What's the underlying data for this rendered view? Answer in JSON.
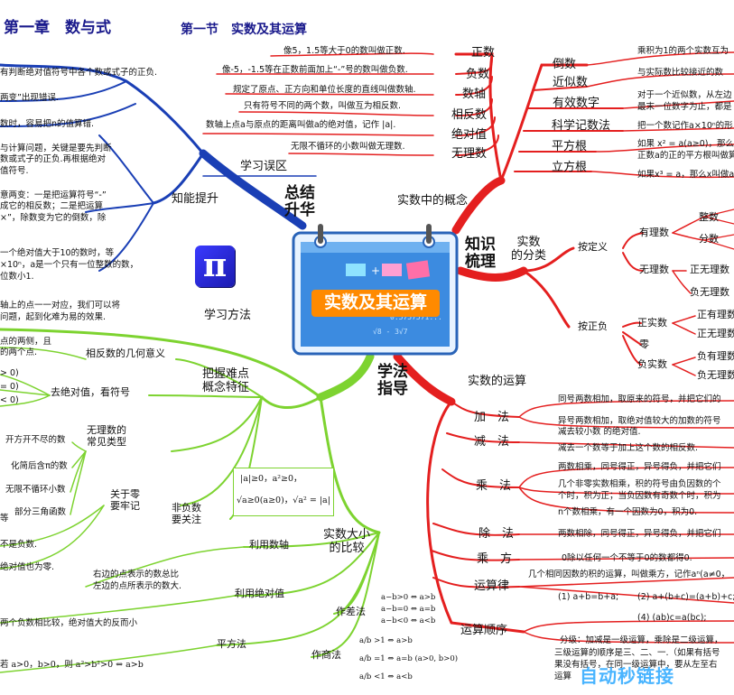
{
  "header": {
    "chapter": "第一章　数与式",
    "section": "第一节　实数及其运算"
  },
  "center": {
    "title": "实数及其运算"
  },
  "pi_symbol": "π",
  "watermark": "自动秒链接",
  "main_branches": {
    "summary": "总结\n升华",
    "concepts": "实数中的概念",
    "knowledge": "知识\n梳理",
    "methods": "学法\n指导",
    "operations": "实数的运算"
  },
  "concepts": {
    "items": [
      "正数",
      "负数",
      "数轴",
      "相反数",
      "绝对值",
      "无理数"
    ],
    "notes": [
      "像5，1.5等大于0的数叫做正数.",
      "像-5，-1.5等在正数前面加上“-”号的数叫做负数.",
      "规定了原点、正方向和单位长度的直线叫做数轴.",
      "只有符号不同的两个数，叫做互为相反数.",
      "数轴上点a与原点的距离叫做a的绝对值，记作 |a|.",
      "无限不循环的小数叫做无理数."
    ],
    "items2": [
      "倒数",
      "近似数",
      "有效数字",
      "科学记数法",
      "平方根",
      "立方根"
    ],
    "notes2": [
      "乘积为1的两个实数互为",
      "与实际数比较接近的数",
      "对于一个近似数，从左边",
      "最末一位数字为止，都是",
      "把一个数记作a×10ⁿ的形",
      "如果 x² = a(a≥0)，那么x叫",
      "正数a的正的平方根叫做算",
      "如果x³ = a，那么x叫做a"
    ]
  },
  "classification": {
    "label": "实数\n的分类",
    "by_definition": "按定义",
    "rational": "有理数",
    "irrational": "无理数",
    "integer": "整数",
    "fraction": "分数",
    "pos_irr": "正无理数",
    "neg_irr": "负无理数",
    "by_sign": "按正负",
    "pos_real": "正实数",
    "zero": "零",
    "neg_real": "负实数",
    "pos_rat": "正有理数",
    "pos_irr2": "正无理数",
    "neg_rat": "负有理数",
    "neg_irr2": "负无理数"
  },
  "operations": {
    "add": "加　法",
    "sub": "减　法",
    "mul": "乘　法",
    "div": "除　法",
    "pow": "乘　方",
    "laws": "运算律",
    "order": "运算顺序",
    "add_notes": [
      "同号两数相加，取原来的符号，并把它们的",
      "异号两数相加，取绝对值较大的加数的符号",
      "减去较小数 的绝对值."
    ],
    "sub_note": "减去一个数等于加上这个数的相反数.",
    "mul_notes": [
      "两数相乘，同号得正，异号得负，并把它们",
      "几个非零实数相乘，积的符号由负因数的个",
      "个时，积为正；当负因数有奇数个时，积为",
      "n个数相乘，有一个因数为0，积为0."
    ],
    "div_notes": [
      "两数相除，同号得正，异号得负，并把它们",
      "0除以任何一个不等于0的数都得0."
    ],
    "pow_note": "几个相同因数的积的运算，叫做乘方，记作aⁿ(a≠0，",
    "laws_notes": [
      "(1) a+b=b+a;",
      "(2) a+(b+c)=(a+b)+c;",
      "(4) (ab)c=a(bc);"
    ],
    "order_notes": [
      "分级：加减是一级运算，乘除是二级运算，",
      "三级运算的顺序是三、二、一.（如果有括号",
      "果没有括号，在同一级运算中，要从左至右",
      "运算"
    ]
  },
  "summary": {
    "errors": "学习误区",
    "improve": "知能提升",
    "left_notes": [
      "有判断绝对值符号中各个数或式子的正负.",
      "两变”出现错误.",
      "数时，容易把n的值算错.",
      "与计算问题，关键是要先判断",
      "数或式子的正负.再根据绝对",
      "值符号.",
      "意两变：一是把运算符号“-”",
      "成它的相反数；二是把运算",
      "×”，除数变为它的倒数，除",
      "一个绝对值大于10的数时，等",
      "×10ⁿ，a是一个只有一位整数的数，",
      "位数小1."
    ]
  },
  "methods": {
    "study_method": "学习方法",
    "key_points": "把握难点\n概念特征",
    "opposite_geo": "相反数的几何意义",
    "abs_sign": "去绝对值，看符号",
    "irrational_types": "无理数的\n常见类型",
    "zero_points": "关于零\n要牢记",
    "nonneg": "非负数\n要关注",
    "nonneg_formula1": "|a|≥0，a²≥0，",
    "nonneg_formula2": "√a≥0(a≥0)，√a² = |a|",
    "compare": "实数大小\n的比较",
    "use_axis": "利用数轴",
    "use_abs": "利用绝对值",
    "square_method": "平方法",
    "diff_method": "作差法",
    "quot_method": "作商法",
    "axis_note": [
      "右边的点表示的数总比",
      "左边的点所表示的数大."
    ],
    "abs_note": "两个负数相比较，绝对值大的反而小",
    "square_note": "若 a>0，b>0，则 a²>b²>0 ⇔ a>b",
    "diff_notes": [
      "a−b>0 ⇔ a>b",
      "a−b=0 ⇔ a=b",
      "a−b<0 ⇔ a<b"
    ],
    "quot_notes": [
      "a/b >1 ⇔ a>b",
      "a/b =1 ⇔ a=b (a>0, b>0)",
      "a/b <1 ⇔ a<b"
    ],
    "left_notes": [
      "轴上的点一一对应，我们可以将",
      "问题，起到化难为易的效果.",
      "点的两侧，且",
      "的两个点.",
      "> 0)",
      "= 0)",
      "< 0)",
      "开方开不尽的数",
      "化简后含π的数",
      "无限不循环小数",
      "部分三角函数",
      "等",
      "不是负数.",
      "绝对值也为零."
    ]
  },
  "colors": {
    "blue": "#1a3fb5",
    "red": "#e41f1f",
    "green": "#7dd330",
    "header": "#1a1a8c",
    "card": "#3c8be0"
  }
}
